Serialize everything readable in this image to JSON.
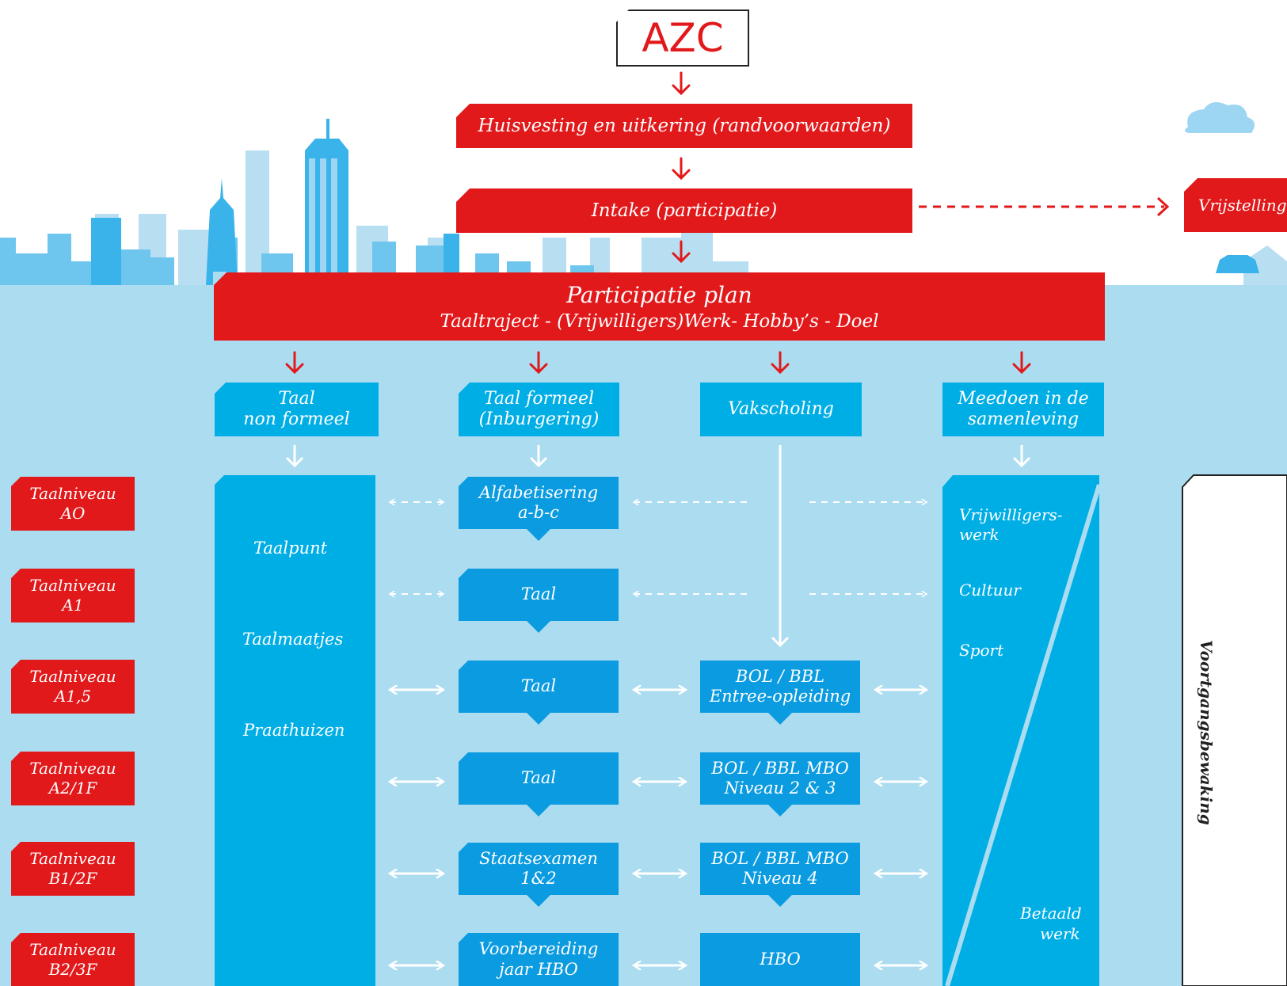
{
  "top": {
    "azc": "AZC",
    "huisvesting": "Huisvesting en uitkering (randvoorwaarden)",
    "intake": "Intake (participatie)",
    "vrijstelling": "Vrijstelling"
  },
  "plan": {
    "title": "Participatie plan",
    "subtitle": "Taaltraject - (Vrijwilligers)Werk- Hobby’s - Doel"
  },
  "tracks": [
    {
      "line1": "Taal",
      "line2": "non formeel"
    },
    {
      "line1": "Taal formeel",
      "line2": "(Inburgering)"
    },
    {
      "line1": "Vakscholing",
      "line2": ""
    },
    {
      "line1": "Meedoen in de",
      "line2": "samenleving"
    }
  ],
  "levels": [
    {
      "line1": "Taalniveau",
      "line2": "AO"
    },
    {
      "line1": "Taalniveau",
      "line2": "A1"
    },
    {
      "line1": "Taalniveau",
      "line2": "A1,5"
    },
    {
      "line1": "Taalniveau",
      "line2": "A2/1F"
    },
    {
      "line1": "Taalniveau",
      "line2": "B1/2F"
    },
    {
      "line1": "Taalniveau",
      "line2": "B2/3F"
    }
  ],
  "nonformeel": [
    "Taalpunt",
    "Taalmaatjes",
    "Praathuizen"
  ],
  "formeel": [
    {
      "line1": "Alfabetisering",
      "line2": "a-b-c"
    },
    {
      "line1": "Taal",
      "line2": ""
    },
    {
      "line1": "Taal",
      "line2": ""
    },
    {
      "line1": "Taal",
      "line2": ""
    },
    {
      "line1": "Staatsexamen",
      "line2": "1&2"
    },
    {
      "line1": "Voorbereiding",
      "line2": "jaar HBO"
    }
  ],
  "vak": [
    {
      "line1": "BOL / BBL",
      "line2": "Entree-opleiding"
    },
    {
      "line1": "BOL / BBL MBO",
      "line2": "Niveau 2 & 3"
    },
    {
      "line1": "BOL / BBL MBO",
      "line2": "Niveau 4"
    },
    {
      "line1": "HBO",
      "line2": ""
    }
  ],
  "samenleving": {
    "items": [
      "Vrijwilligers-",
      "werk",
      "Cultuur",
      "Sport"
    ],
    "betaald1": "Betaald",
    "betaald2": "werk"
  },
  "side": "Voortgangsbewaking",
  "colors": {
    "red": "#e2191b",
    "blue_light": "#00aee6",
    "blue_mid": "#0a9be0",
    "lake": "#acdcf0"
  }
}
